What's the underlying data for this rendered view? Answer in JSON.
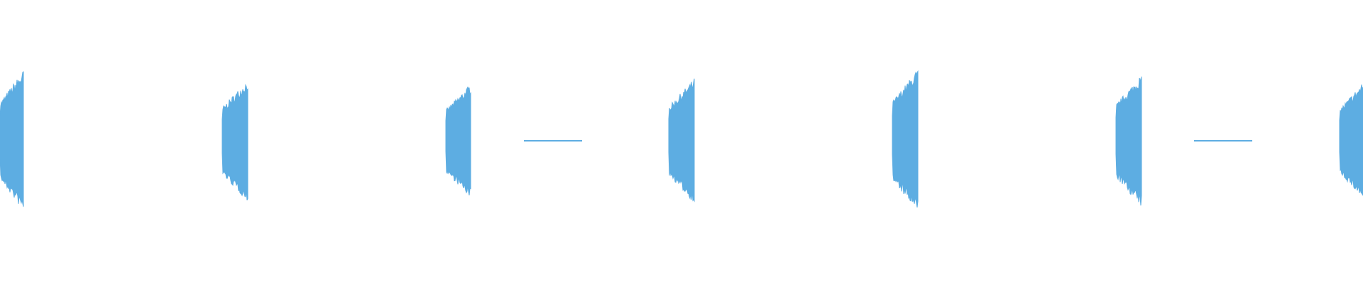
{
  "waveform": {
    "color": "#5dade2",
    "background": "#ffffff",
    "amplitude_range": [
      -1,
      1
    ],
    "segments": [
      {
        "kind": "burst",
        "peak_amplitude": 0.52,
        "envelope": "rising"
      },
      {
        "kind": "burst",
        "peak_amplitude": 0.45,
        "envelope": "rising"
      },
      {
        "kind": "burst",
        "peak_amplitude": 0.42,
        "envelope": "rising"
      },
      {
        "kind": "silence",
        "peak_amplitude": 0.01,
        "envelope": "flat"
      },
      {
        "kind": "burst",
        "peak_amplitude": 0.46,
        "envelope": "rising"
      },
      {
        "kind": "burst",
        "peak_amplitude": 0.53,
        "envelope": "rising"
      },
      {
        "kind": "burst",
        "peak_amplitude": 0.49,
        "envelope": "rising"
      },
      {
        "kind": "silence",
        "peak_amplitude": 0.01,
        "envelope": "flat"
      },
      {
        "kind": "burst",
        "peak_amplitude": 0.43,
        "envelope": "rising"
      }
    ]
  }
}
